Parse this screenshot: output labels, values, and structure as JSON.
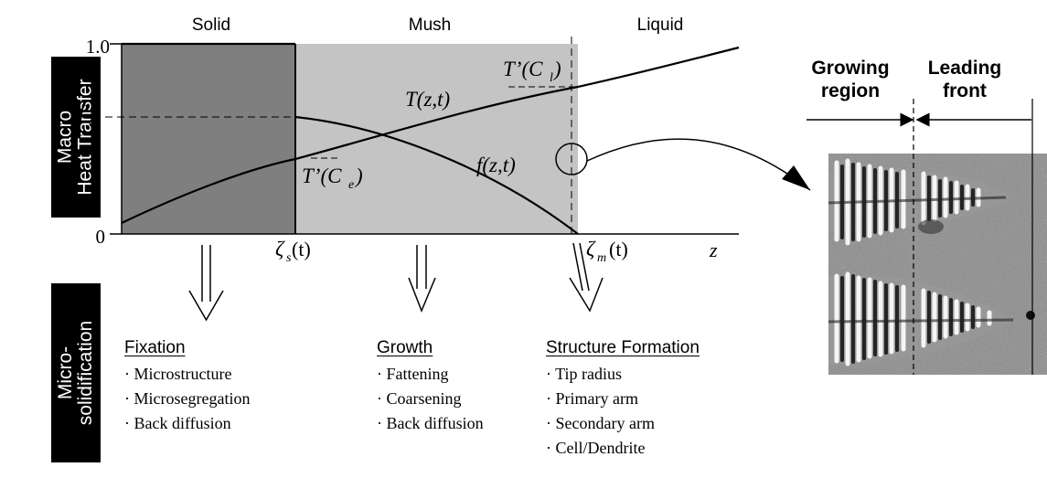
{
  "regions": {
    "solid": "Solid",
    "mush": "Mush",
    "liquid": "Liquid"
  },
  "side_labels": {
    "macro_line1": "Macro",
    "macro_line2": "Heat Transfer",
    "micro_line1": "Micro-",
    "micro_line2": "solidification"
  },
  "axis": {
    "y_top": "1.0",
    "y_fe": "f",
    "y_fe_sub": "e",
    "y_zero": "0",
    "x_var": "z"
  },
  "x_markers": {
    "zeta_s": "ζ",
    "zeta_s_sub": "s",
    "zeta_s_arg": "(t)",
    "zeta_m": "ζ",
    "zeta_m_sub": "m",
    "zeta_m_arg": "(t)"
  },
  "curve_labels": {
    "temperature": "T(z,t)",
    "fraction": "f(z,t)",
    "t_ce": "T’(C",
    "t_ce_sub": "e",
    "t_ce_close": ")",
    "t_cl": "T’(C",
    "t_cl_sub": "l",
    "t_cl_close": ")"
  },
  "micrograph": {
    "growing_line1": "Growing",
    "growing_line2": "region",
    "leading_line1": "Leading",
    "leading_line2": "front"
  },
  "lists": {
    "fixation": {
      "title": "Fixation",
      "items": [
        "Microstructure",
        "Microsegregation",
        "Back diffusion"
      ]
    },
    "growth": {
      "title": "Growth",
      "items": [
        "Fattening",
        "Coarsening",
        "Back diffusion"
      ]
    },
    "structure": {
      "title": "Structure Formation",
      "items": [
        "Tip radius",
        "Primary arm",
        "Secondary arm",
        "Cell/Dendrite"
      ]
    }
  },
  "colors": {
    "solid": "#7f7f7f",
    "mush": "#c4c4c4",
    "line": "#000000",
    "label_bg": "#000000",
    "micro_bg": "#8a8a8a"
  }
}
